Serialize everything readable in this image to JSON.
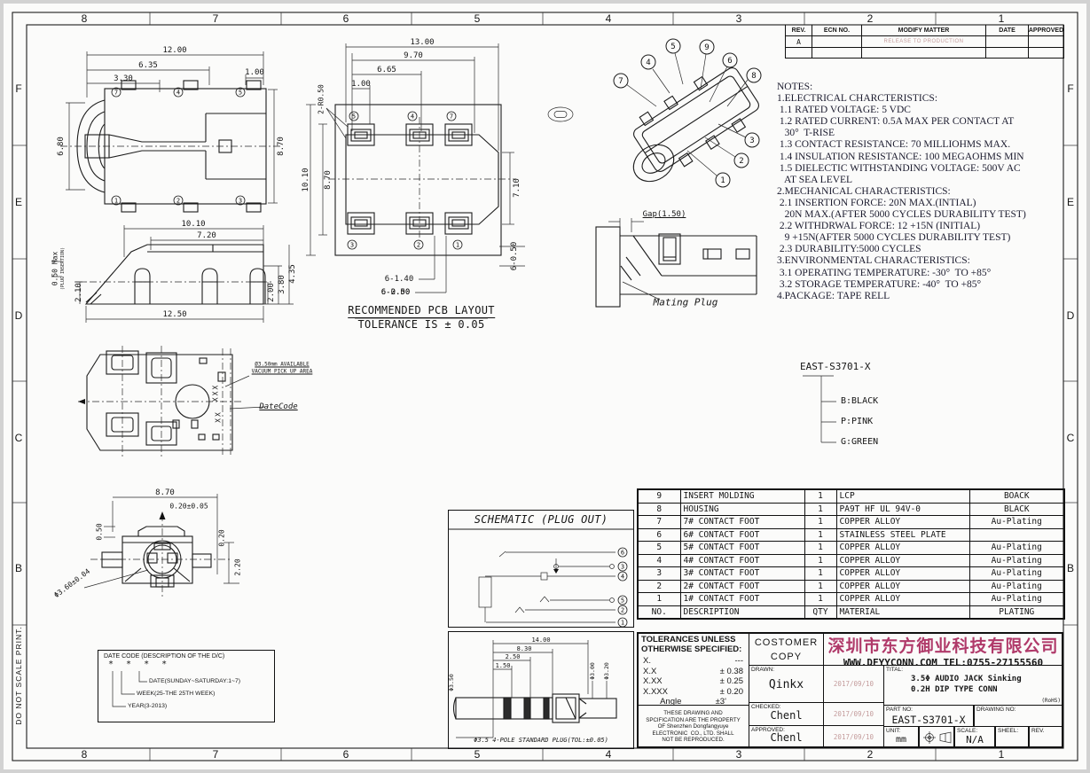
{
  "colors": {
    "brand_pink": "#b03a6a",
    "muted_pink": "#c49c9c",
    "line": "#1c1c1c"
  },
  "sheet": {
    "cols": [
      "8",
      "7",
      "6",
      "5",
      "4",
      "3",
      "2",
      "1"
    ],
    "rows": [
      "F",
      "E",
      "D",
      "C",
      "B"
    ],
    "do_not_scale": "DO NOT SCALE PRINT."
  },
  "revision": {
    "h": {
      "rev": "REV.",
      "ecn": "ECN NO.",
      "matter": "MODIFY  MATTER",
      "date": "DATE",
      "approved": "APPROVED"
    },
    "a": {
      "rev": "A",
      "matter": "RELEASE TO PRODUCTION"
    }
  },
  "notes": {
    "text": "NOTES:\n1.ELECTRICAL CHARCTERISTICS:\n 1.1 RATED VOLTAGE: 5 VDC\n 1.2 RATED CURRENT: 0.5A MAX PER CONTACT AT\n   30°  T-RISE\n 1.3 CONTACT RESISTANCE: 70 MILLIOHMS MAX.\n 1.4 INSULATION RESISTANCE: 100 MEGAOHMS MIN\n 1.5 DIELECTIC WITHSTANDING VOLTAGE: 500V AC\n   AT SEA LEVEL\n2.MECHANICAL CHARACTERISTICS:\n 2.1 INSERTION FORCE: 20N MAX.(INTIAL)\n   20N MAX.(AFTER 5000 CYCLES DURABILITY TEST)\n 2.2 WITHDRWAL FORCE: 12 +15N (INITIAL)\n   9 +15N(AFTER 5000 CYCLES DURABILITY TEST)\n 2.3 DURABILITY:5000 CYCLES\n3.ENVIRONMENTAL CHARACTERISTICS:\n 3.1 OPERATING TEMPERATURE: -30°  TO +85°\n 3.2 STORAGE TEMPERATURE: -40°  TO +85°\n4.PACKAGE: TAPE RELL"
  },
  "part_tree": {
    "part": "EAST-S3701-X",
    "opt1": "B:BLACK",
    "opt2": "P:PINK",
    "opt3": "G:GREEN"
  },
  "top_view": {
    "dim_width": "12.00",
    "dim_635": "6.35",
    "dim_330": "3.30",
    "dim_100": "1.00",
    "dim_680": "6.80",
    "dim_870": "8.70",
    "pins_top": [
      "7",
      "4",
      "5"
    ],
    "pins_bottom": [
      "1",
      "2",
      "3"
    ]
  },
  "pcb_view": {
    "dim_width": "13.00",
    "dim_970": "9.70",
    "dim_665": "6.65",
    "dim_100": "1.00",
    "dim_radius": "2-R0.50",
    "dim_1010": "10.10",
    "dim_870": "8.70",
    "dim_710": "7.10",
    "dim_140": "6-1.40",
    "dim_200": "6-2.00",
    "dim_050": "6-0.50",
    "caption1": "RECOMMENDED PCB LAYOUT",
    "caption2": "TOLERANCE IS ± 0.05",
    "pins_top": [
      "5",
      "4",
      "7"
    ],
    "pins_bottom": [
      "3",
      "2",
      "1"
    ]
  },
  "iso_view": {
    "balloons": [
      "7",
      "4",
      "5",
      "9",
      "6",
      "8",
      "3",
      "2",
      "1"
    ]
  },
  "gap_view": {
    "gap": "Gap(1.50)",
    "label": "Mating Plug"
  },
  "side_view": {
    "dim_1010": "10.10",
    "dim_720": "7.20",
    "dim_1250": "12.50",
    "dim_050": "0.50 Max",
    "dim_050b": "(PLUG INSERTION)",
    "dim_210": "2.10",
    "dim_200": "2.00",
    "dim_380": "3.80",
    "dim_435": "4.35"
  },
  "bottom_view": {
    "pickup1": "Ø3.50mm AVAILABLE",
    "pickup2": "VACUUM PICK UP AREA",
    "datecode": "DateCode",
    "marks1": "XXX",
    "marks2": "XX"
  },
  "front_view": {
    "dim_870": "8.70",
    "dim_020t": "0.20±0.05",
    "dim_050": "0.50",
    "dim_020": "0.20",
    "dim_220": "2.20",
    "dim_dia": "Φ3.60±0.04"
  },
  "schematic": {
    "title": "SCHEMATIC (PLUG OUT)",
    "pins": [
      "6",
      "3",
      "4",
      "5",
      "2",
      "1"
    ]
  },
  "plug_view": {
    "dim_1400": "14.00",
    "dim_830": "8.30",
    "dim_250": "2.50",
    "dim_150": "1.50",
    "dia_350": "Φ3.50",
    "dia_300": "Φ3.00",
    "dia_320": "Φ3.20",
    "caption": "Φ3.5 4-POLE STANDARD PLUG(TOL:±0.05)"
  },
  "datecode_box": {
    "title": "DATE CODE (DESCRIPTION OF THE D/C)",
    "stars": "* * * *",
    "date_line": "DATE(SUNDAY~SATURDAY:1~7)",
    "week_line": "WEEK(25-THE 25TH WEEK)",
    "year_line": "YEAR(3-2013)"
  },
  "bom": {
    "headers": [
      "NO.",
      "DESCRIPTION",
      "QTY",
      "MATERIAL",
      "PLATING"
    ],
    "rows": [
      [
        "9",
        "INSERT MOLDING",
        "1",
        "LCP",
        "BOACK"
      ],
      [
        "8",
        "HOUSING",
        "1",
        "PA9T HF UL 94V-0",
        "BLACK"
      ],
      [
        "7",
        "7# CONTACT FOOT",
        "1",
        "COPPER ALLOY",
        "Au-Plating"
      ],
      [
        "6",
        "6# CONTACT FOOT",
        "1",
        "STAINLESS STEEL PLATE",
        ""
      ],
      [
        "5",
        "5# CONTACT FOOT",
        "1",
        "COPPER ALLOY",
        "Au-Plating"
      ],
      [
        "4",
        "4# CONTACT FOOT",
        "1",
        "COPPER ALLOY",
        "Au-Plating"
      ],
      [
        "3",
        "3# CONTACT FOOT",
        "1",
        "COPPER ALLOY",
        "Au-Plating"
      ],
      [
        "2",
        "2# CONTACT FOOT",
        "1",
        "COPPER ALLOY",
        "Au-Plating"
      ],
      [
        "1",
        "1# CONTACT FOOT",
        "1",
        "COPPER ALLOY",
        "Au-Plating"
      ]
    ]
  },
  "title_block": {
    "tol_line1": "TOLERANCES UNLESS",
    "tol_line2": "OTHERWISE SPECIFIED:",
    "tol": [
      [
        "X.",
        "---"
      ],
      [
        "X.X",
        "± 0.38"
      ],
      [
        "X.XX",
        "± 0.25"
      ],
      [
        "X.XXX",
        "± 0.20"
      ],
      [
        "Angle",
        "±3'"
      ]
    ],
    "property": "THESE DRAWING AND\nSPCIFICATION ARE THE PROPERTY\nOF Shenzhen Dongfangyuye\nELECTRONIC  CO., LTD. SHALL\nNOT BE REPRODUCED.",
    "customer1": "COSTOMER",
    "customer2": "COPY",
    "drawn_label": "DRAWN:",
    "drawn": "Qinkx",
    "drawn_date": "2017/09/10",
    "checked_label": "CHECKED:",
    "checked": "Chenl",
    "checked_date": "2017/09/10",
    "approved_label": "APPROVED:",
    "approved": "Chenl",
    "approved_date": "2017/09/10",
    "company": "深圳市东方御业科技有限公司",
    "website": "WWW.DFYYCONN.COM  TEL:0755-27155560",
    "title_label": "TITAL:",
    "title1": "3.5Φ AUDIO JACK Sinking",
    "title2": "0.2H DIP TYPE CONN",
    "rohs": "(RoHS)",
    "partno_label": "PART NO:",
    "partno": "EAST-S3701-X",
    "drawingno_label": "DRAWING NO:",
    "unit_label": "UNIT:",
    "unit": "mm",
    "scale_label": "SCALE:",
    "scale": "N/A",
    "sheet_label": "SHEEL:",
    "rev_label": "REV."
  }
}
